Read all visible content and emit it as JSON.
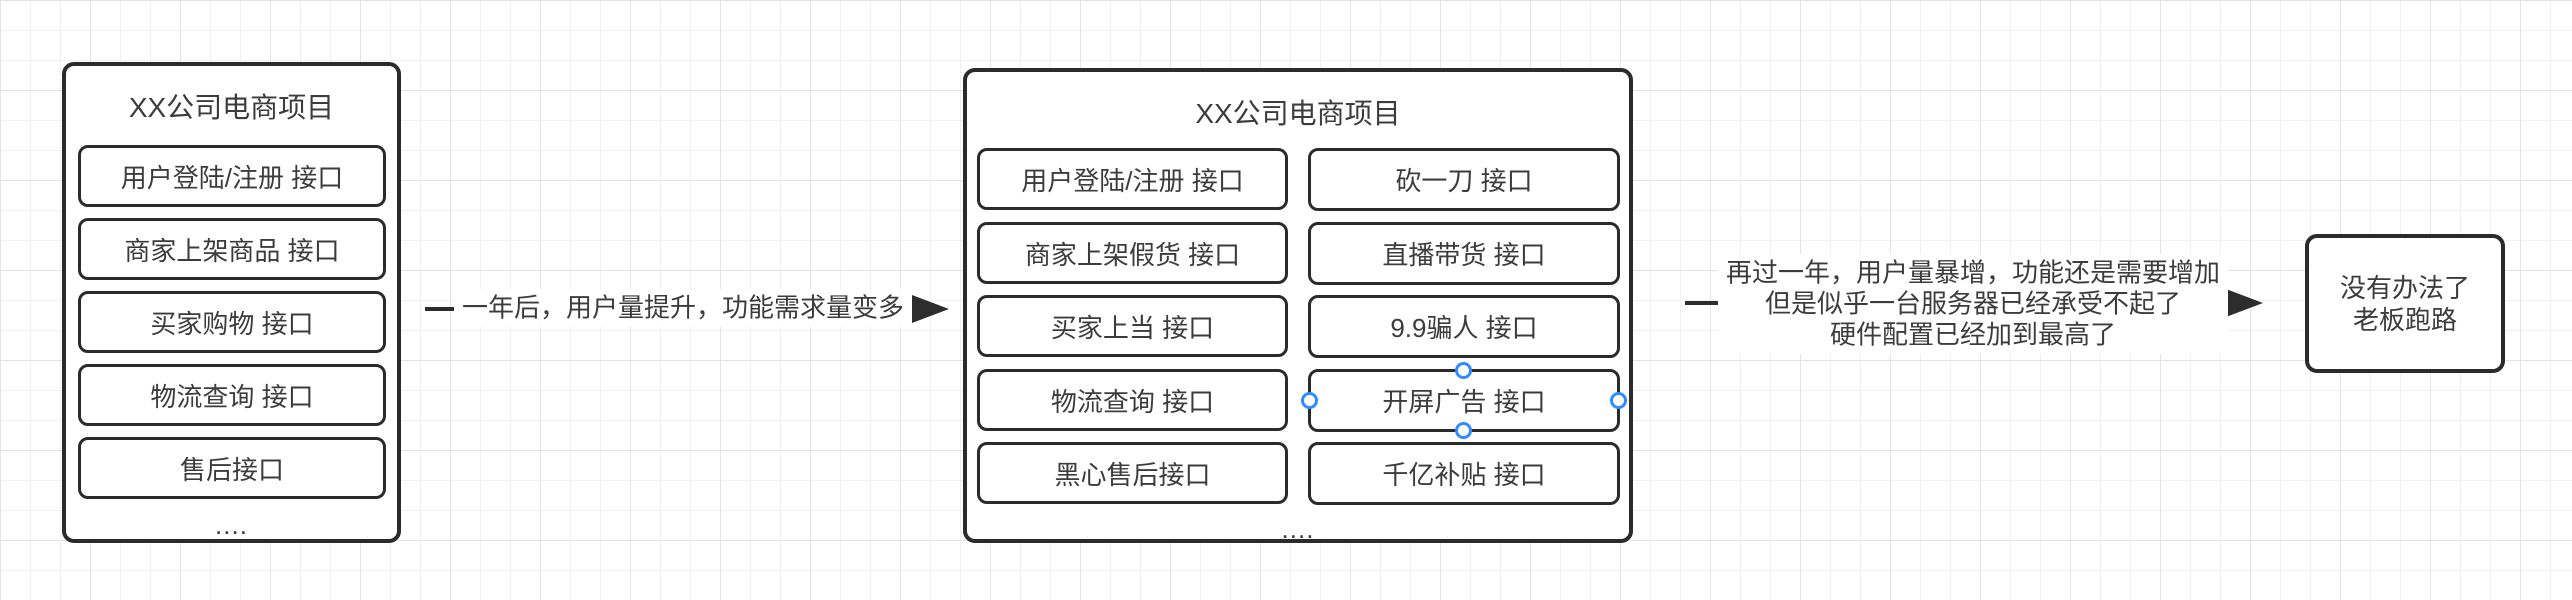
{
  "colors": {
    "shape_stroke": "#2b2b2b",
    "text": "#3c3c3c",
    "shape_fill": "#ffffff",
    "selection_handle_blue": "#2f8bff",
    "grid_minor": "#f1f1f1",
    "grid_major": "#e4e4e4"
  },
  "left_box": {
    "title": "XX公司电商项目",
    "items": [
      "用户登陆/注册 接口",
      "商家上架商品 接口",
      "买家购物 接口",
      "物流查询 接口",
      "售后接口"
    ],
    "more": "...."
  },
  "arrow1": {
    "label": "一年后，用户量提升，功能需求量变多"
  },
  "middle_box": {
    "title": "XX公司电商项目",
    "left_items": [
      "用户登陆/注册 接口",
      "商家上架假货 接口",
      "买家上当 接口",
      "物流查询 接口",
      "黑心售后接口"
    ],
    "right_items": [
      "砍一刀 接口",
      "直播带货 接口",
      "9.9骗人 接口",
      "开屏广告 接口",
      "千亿补贴 接口"
    ],
    "selected_item": "开屏广告 接口",
    "more": "...."
  },
  "arrow2": {
    "lines": [
      "再过一年，用户量暴增，功能还是需要增加",
      "但是似乎一台服务器已经承受不起了",
      "硬件配置已经加到最高了"
    ]
  },
  "right_box": {
    "lines": [
      "没有办法了",
      "老板跑路"
    ]
  }
}
